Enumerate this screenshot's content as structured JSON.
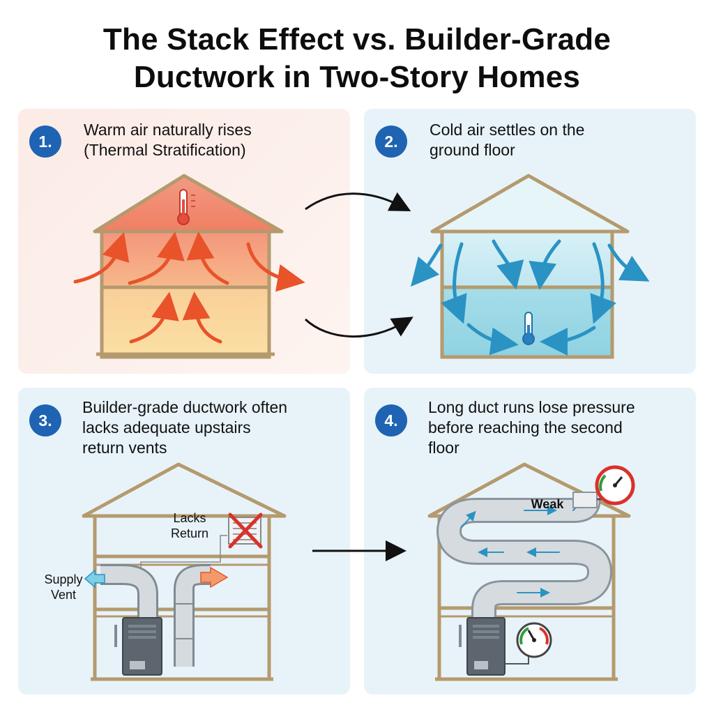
{
  "title": {
    "line1": "The Stack Effect vs. Builder-Grade",
    "line2": "Ductwork in Two-Story Homes"
  },
  "steps": [
    {
      "number": "1.",
      "lines": [
        "Warm air naturally rises",
        "(Thermal Stratification)"
      ]
    },
    {
      "number": "2.",
      "lines": [
        "Cold air settles on the",
        "ground floor"
      ]
    },
    {
      "number": "3.",
      "lines": [
        "Builder-grade ductwork often",
        "lacks adequate upstairs",
        "return vents"
      ]
    },
    {
      "number": "4.",
      "lines": [
        "Long duct runs lose pressure",
        "before reaching the second",
        "floor"
      ]
    }
  ],
  "labels": {
    "lacks_return": [
      "Lacks",
      "Return"
    ],
    "supply_vent": [
      "Supply",
      "Vent"
    ],
    "weak": "Weak"
  },
  "colors": {
    "badge": "#1f63b3",
    "warm_arrow": "#e8532a",
    "cold_arrow": "#2a93c4",
    "house_outline": "#b49a6e"
  }
}
